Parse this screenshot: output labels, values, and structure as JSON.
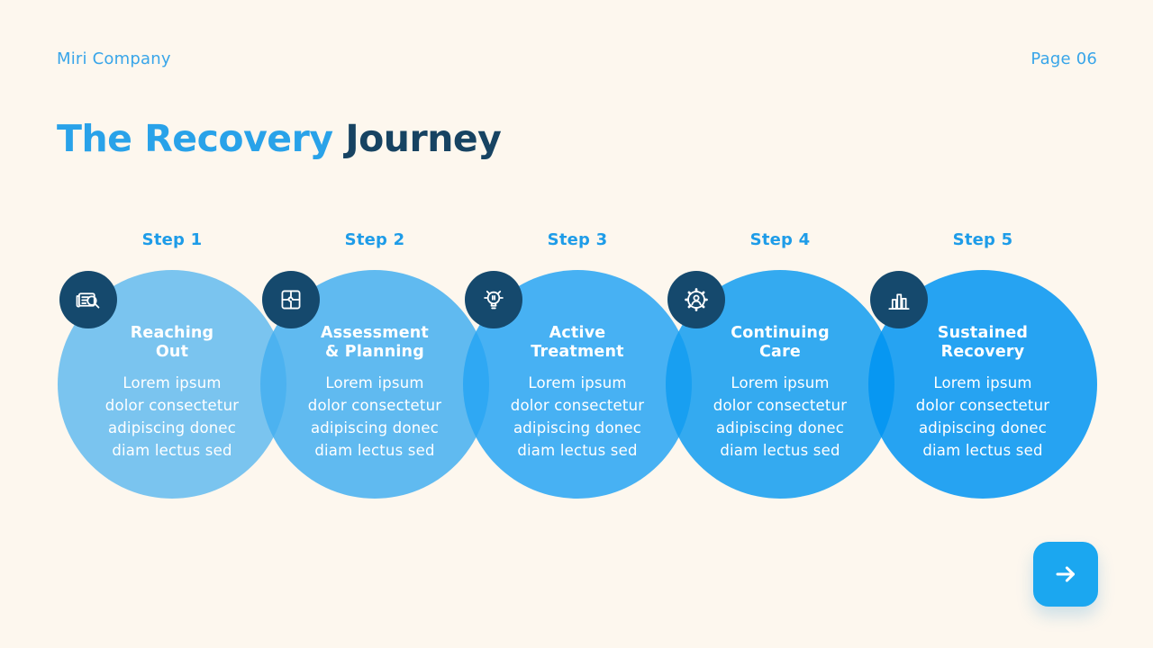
{
  "page": {
    "company": "Miri Company",
    "page_number": "Page 06"
  },
  "title": {
    "highlight": "The Recovery",
    "rest": "Journey"
  },
  "colors": {
    "background": "#FDF7EE",
    "header_blue": "#38A5E9",
    "title_highlight": "#29A2E9",
    "title_navy": "#174362",
    "step_label_blue": "#1E9CE8",
    "badge_navy": "#15496D",
    "next_button_blue": "#1BA7F0",
    "text_white": "#FFFFFF"
  },
  "steps": [
    {
      "label": "Step 1",
      "title_lines": [
        "Reaching",
        "Out"
      ],
      "description_lines": [
        "Lorem ipsum",
        "dolor consectetur",
        "adipiscing donec",
        "diam lectus sed"
      ],
      "icon": "document-search-icon",
      "circle_color": "rgba(99,187,239,0.85)"
    },
    {
      "label": "Step 2",
      "title_lines": [
        "Assessment",
        "& Planning"
      ],
      "description_lines": [
        "Lorem ipsum",
        "dolor consectetur",
        "adipiscing donec",
        "diam lectus sed"
      ],
      "icon": "puzzle-icon",
      "circle_color": "rgba(68,175,240,0.85)"
    },
    {
      "label": "Step 3",
      "title_lines": [
        "Active",
        "Treatment"
      ],
      "description_lines": [
        "Lorem ipsum",
        "dolor consectetur",
        "adipiscing donec",
        "diam lectus sed"
      ],
      "icon": "lightbulb-icon",
      "circle_color": "rgba(39,164,243,0.85)"
    },
    {
      "label": "Step 4",
      "title_lines": [
        "Continuing",
        "Care"
      ],
      "description_lines": [
        "Lorem ipsum",
        "dolor consectetur",
        "adipiscing donec",
        "diam lectus sed"
      ],
      "icon": "gear-user-icon",
      "circle_color": "rgba(16,156,240,0.85)"
    },
    {
      "label": "Step 5",
      "title_lines": [
        "Sustained",
        "Recovery"
      ],
      "description_lines": [
        "Lorem ipsum",
        "dolor consectetur",
        "adipiscing donec",
        "diam lectus sed"
      ],
      "icon": "bar-chart-icon",
      "circle_color": "rgba(0,148,242,0.85)"
    }
  ],
  "footer": {
    "next_button_icon": "arrow-right-icon"
  }
}
